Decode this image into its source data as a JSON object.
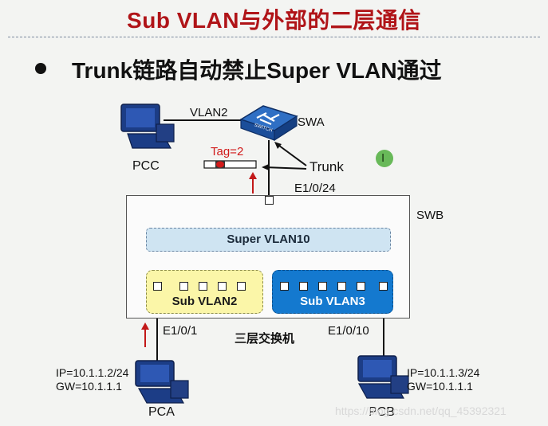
{
  "title": "Sub VLAN与外部的二层通信",
  "bullet_text": "Trunk链路自动禁止Super VLAN通过",
  "labels": {
    "vlan2": "VLAN2",
    "swa": "SWA",
    "pcc": "PCC",
    "tag": "Tag=2",
    "trunk": "Trunk",
    "e1024": "E1/0/24",
    "swb": "SWB",
    "super_vlan": "Super VLAN10",
    "sub_vlan2": "Sub VLAN2",
    "sub_vlan3": "Sub VLAN3",
    "e101": "E1/0/1",
    "l3switch": "三层交换机",
    "e1010": "E1/0/10",
    "pca_ip": "IP=10.1.1.2/24",
    "pca_gw": "GW=10.1.1.1",
    "pca": "PCA",
    "pcb_ip": "IP=10.1.1.3/24",
    "pcb_gw": "GW=10.1.1.1",
    "pcb": "PCB",
    "switch_icon_text": "SWITCH",
    "watermark": "https://blog.csdn.net/qq_45392321"
  },
  "colors": {
    "title": "#b01418",
    "tag": "#d11a1a",
    "super_vlan_fill": "#cfe4f2",
    "sub_vlan2_fill": "#fbf6a8",
    "sub_vlan3_fill": "#1479cf",
    "arrow": "#c21818"
  }
}
